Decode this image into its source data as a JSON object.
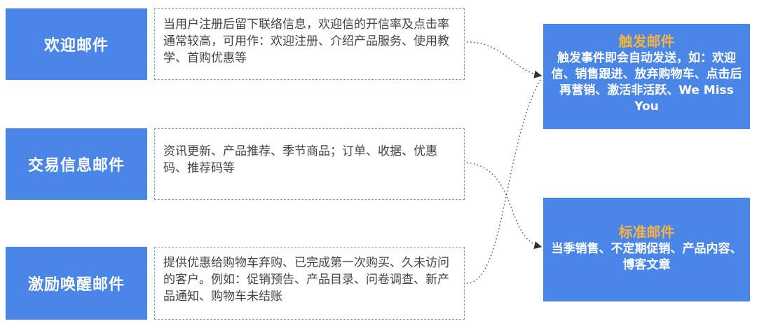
{
  "categories": [
    {
      "label": "欢迎邮件",
      "description": "当用户注册后留下联络信息，欢迎信的开信率及点击率通常较高，可用作：欢迎注册、介绍产品服务、使用教学、首购优惠等"
    },
    {
      "label": "交易信息邮件",
      "description": "资讯更新、产品推荐、季节商品；订单、收据、优惠码、推荐码等"
    },
    {
      "label": "激励唤醒邮件",
      "description": "提供优惠给购物车弃购、已完成第一次购买、久未访问的客户。例如：促销预告、产品目录、问卷调查、新产品通知、购物车未结账"
    }
  ],
  "outcomes": [
    {
      "title": "触发邮件",
      "text": "触发事件即会自动发送，如：欢迎信、销售跟进、放弃购物车、点击后再营销、激活非活跃、We Miss You"
    },
    {
      "title": "标准邮件",
      "text": "当季销售、不定期促销、产品内容、博客文章"
    }
  ],
  "colors": {
    "box_blue": "#4a86e8",
    "title_orange": "#f5b342",
    "dash_border": "#6fa0e3"
  }
}
